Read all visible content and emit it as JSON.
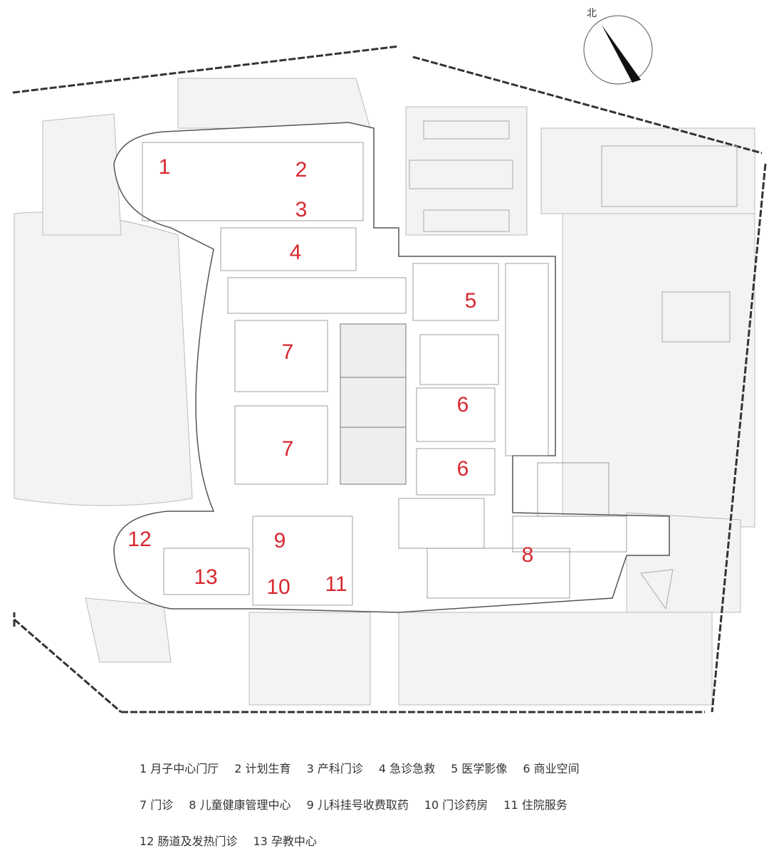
{
  "compass": {
    "label": "北"
  },
  "plan_labels": [
    {
      "id": "1",
      "text": "1"
    },
    {
      "id": "2",
      "text": "2"
    },
    {
      "id": "3",
      "text": "3"
    },
    {
      "id": "4",
      "text": "4"
    },
    {
      "id": "5",
      "text": "5"
    },
    {
      "id": "6a",
      "text": "6"
    },
    {
      "id": "6b",
      "text": "6"
    },
    {
      "id": "7a",
      "text": "7"
    },
    {
      "id": "7b",
      "text": "7"
    },
    {
      "id": "8",
      "text": "8"
    },
    {
      "id": "9",
      "text": "9"
    },
    {
      "id": "10",
      "text": "10"
    },
    {
      "id": "11",
      "text": "11"
    },
    {
      "id": "12",
      "text": "12"
    },
    {
      "id": "13",
      "text": "13"
    }
  ],
  "legend": {
    "row1": [
      "1 月子中心门厅",
      "2 计划生育",
      "3 产科门诊",
      "4 急诊急救",
      "5 医学影像",
      "6 商业空间"
    ],
    "row2": [
      "7 门诊",
      "8 儿童健康管理中心",
      "9 儿科挂号收费取药",
      "10 门诊药房",
      "11 住院服务"
    ],
    "row3": [
      "12 肠道及发热门诊",
      "13 孕教中心"
    ]
  },
  "colors": {
    "label": "#d7282f",
    "line": "#555555",
    "ground": "#f2f2f2"
  }
}
